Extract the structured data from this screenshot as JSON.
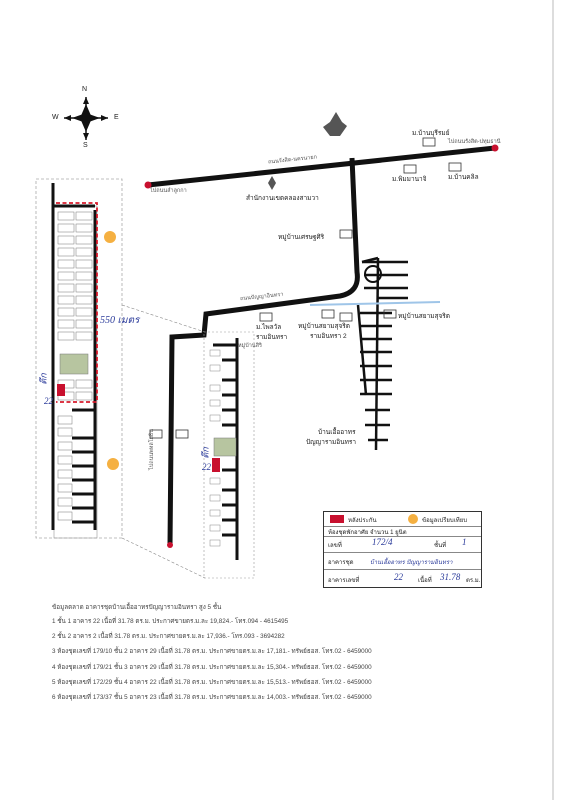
{
  "compass": {
    "n": "N",
    "s": "S",
    "e": "E",
    "w": "W"
  },
  "roads": {
    "top_road_right_end": "ไปถนนรังสิต-ปทุมธานี",
    "top_road_left_end": "ไปถนนลำลูกกา",
    "mid_road": "ถนนรังสิต-นครนายก",
    "lower_road": "ถนนปัญญาอินทรา",
    "bottom_road": "ไปถนนพหลโยธิน"
  },
  "places": {
    "village_top": "ม.บ้านบุรีรมย์",
    "village_a": "ม.พิมมานาจิ",
    "village_b": "ม.บ้านคลิล",
    "district_office": "สำนักงานเขตคลองสามวา",
    "village_c": "หมู่บ้านเศรษฐศิริ",
    "village_d": "ม.ไพลวัล",
    "village_d2": "รามอินทรา",
    "village_e": "หมู่บ้านสยามสุจริต",
    "village_e2": "รามอินทรา 2",
    "village_f": "หมู่บ้านสยามสุจริต",
    "village_g": "บ้านเอื้ออาทร",
    "village_g2": "ปัญญารามอินทรา",
    "near_block": "หมู่บ้านสิริ"
  },
  "annotations": {
    "distance": "550 เมตร",
    "unit_left": "22",
    "unit_left_tag": "ตึก",
    "unit_mid": "22",
    "unit_mid_tag": "ตึก"
  },
  "legend": {
    "red_label": "หลังประกัน",
    "orange_label": "ข้อมูลเปรียบเทียบ",
    "title": "ห้องชุดพักอาศัย จำนวน 1 ยูนิต",
    "unit_no_label": "เลขที่",
    "unit_no_value": "172/4",
    "floor_label": "ชั้นที่",
    "floor_value": "1",
    "building_label": "อาคารชุด",
    "building_value": "บ้านเอื้ออาทร ปัญญารามอินทรา",
    "building_no_label": "อาคารเลขที่",
    "building_no_value": "22",
    "area_label": "เนื้อที่",
    "area_value": "31.78",
    "area_unit": "ตร.ม."
  },
  "info": {
    "heading": "ข้อมูลตลาด อาคารชุดบ้านเอื้ออาทรปัญญารามอินทรา สูง 5 ชั้น",
    "lines": [
      "1 ชั้น 1 อาคาร 22 เนื้อที่ 31.78 ตร.ม. ประกาศขายตร.ม.ละ 19,824.- โทร.094 - 4615495",
      "2 ชั้น 2 อาคาร 2 เนื้อที่ 31.78 ตร.ม. ประกาศขายตร.ม.ละ 17,936.- โทร.093 - 3694282",
      "3 ห้องชุดเลขที่ 179/10 ชั้น 2 อาคาร 29 เนื้อที่ 31.78 ตร.ม. ประกาศขายตร.ม.ละ 17,181.- ทรัพย์ธอส. โทร.02 - 6459000",
      "4 ห้องชุดเลขที่ 179/21 ชั้น 3 อาคาร 29 เนื้อที่ 31.78 ตร.ม. ประกาศขายตร.ม.ละ 15,304.- ทรัพย์ธอส. โทร.02 - 6459000",
      "5 ห้องชุดเลขที่ 172/29 ชั้น 4 อาคาร 22 เนื้อที่ 31.78 ตร.ม. ประกาศขายตร.ม.ละ 15,513.- ทรัพย์ธอส. โทร.02 - 6459000",
      "6 ห้องชุดเลขที่ 173/37 ชั้น 5 อาคาร 23 เนื้อที่ 31.78 ตร.ม. ประกาศขายตร.ม.ละ 14,003.- ทรัพย์ธอส. โทร.02 - 6459000"
    ]
  },
  "colors": {
    "road": "#111111",
    "subject": "#c8102e",
    "comparable": "#f5b041",
    "water": "#9fc5e8",
    "dashed": "#d81b2c",
    "ink": "#2a3a9a"
  }
}
